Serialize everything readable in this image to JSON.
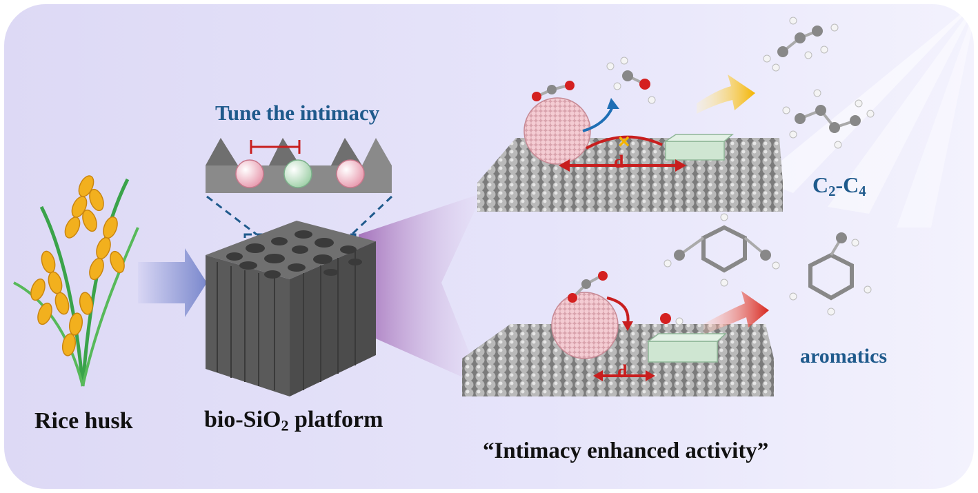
{
  "labels": {
    "rice_husk": "Rice husk",
    "bio_prefix": "bio-SiO",
    "bio_sub": "2",
    "bio_suffix": " platform",
    "tune": "Tune the intimacy",
    "c2c4_a": "C",
    "c2c4_sub1": "2",
    "c2c4_mid": "-C",
    "c2c4_sub2": "4",
    "aromatics": "aromatics",
    "intimacy": "“Intimacy enhanced activity”",
    "d_top": "d",
    "d_bottom": "d"
  },
  "colors": {
    "title_blue": "#1f5a8c",
    "distance_red": "#c81e1e",
    "background": "#e4e2f8",
    "support_gray": "#9a9a9a",
    "particle_pink": "#f2c4cc",
    "zeolite_green": "#cfe6d2"
  },
  "icons": [
    "rice-plant-icon",
    "arrow-right-icon",
    "porous-silica-block-icon",
    "catalyst-slab-icon",
    "molecule-icon",
    "product-arrow-icon",
    "light-rays-icon"
  ]
}
